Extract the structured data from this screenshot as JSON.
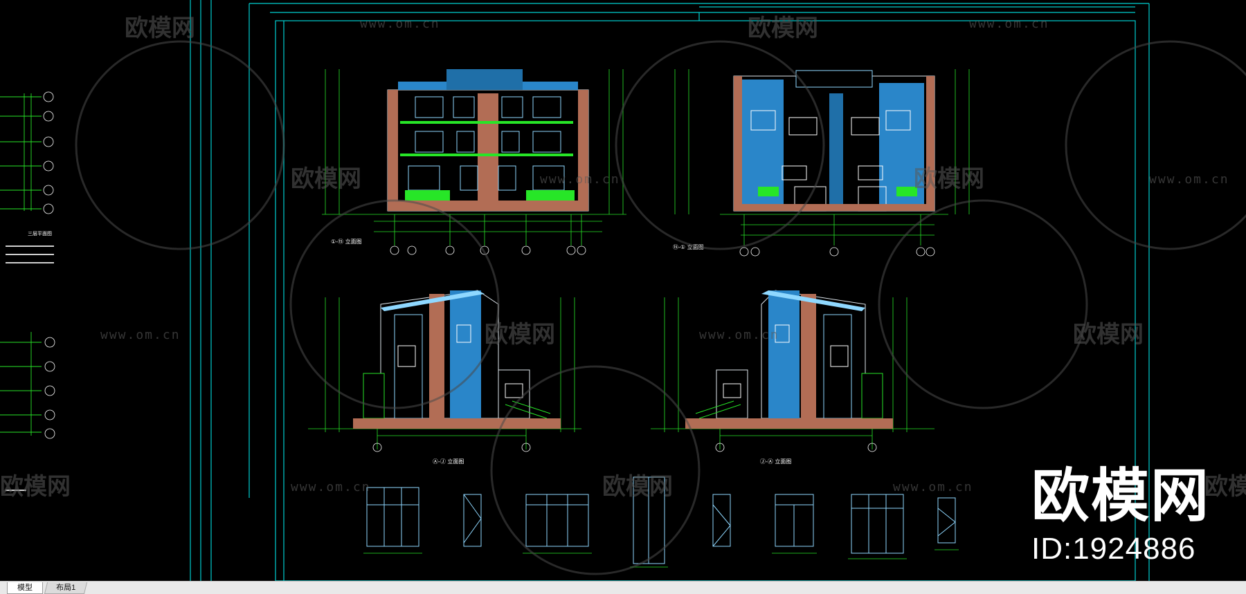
{
  "tabs": [
    {
      "label": "模型",
      "active": true
    },
    {
      "label": "布局1",
      "active": false
    }
  ],
  "watermark": {
    "brand_cn": "欧模网",
    "url": "www.om.cn"
  },
  "brand_overlay": {
    "logo": "欧模网",
    "id": "ID:1924886"
  },
  "drawings": {
    "elev1_title": "①-⑮ 立面图",
    "elev2_title": "⑮-① 立面图",
    "elev3_title": "Ⓐ-Ⓙ 立面图",
    "elev4_title": "Ⓙ-Ⓐ 立面图",
    "left_panel_title": "三层平面图"
  },
  "colors": {
    "background": "#000000",
    "frame": "#00d7d7",
    "dims": "#27e627",
    "brick": "#b26d55",
    "blue": "#2a86c9",
    "white": "#ffffff"
  }
}
